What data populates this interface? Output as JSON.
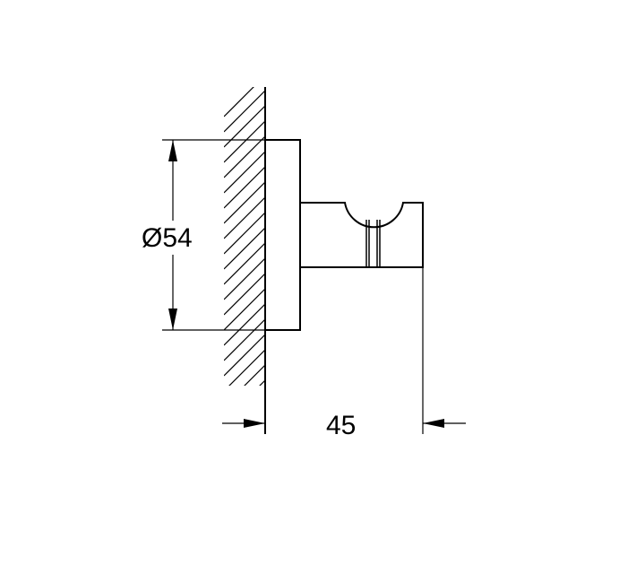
{
  "drawing": {
    "type": "technical-dimension-drawing",
    "subject": "wall-mounted robe hook (side view)",
    "stroke_color": "#000000",
    "background": "#ffffff"
  },
  "dimensions": {
    "diameter_label": "Ø54",
    "projection_label": "45"
  }
}
